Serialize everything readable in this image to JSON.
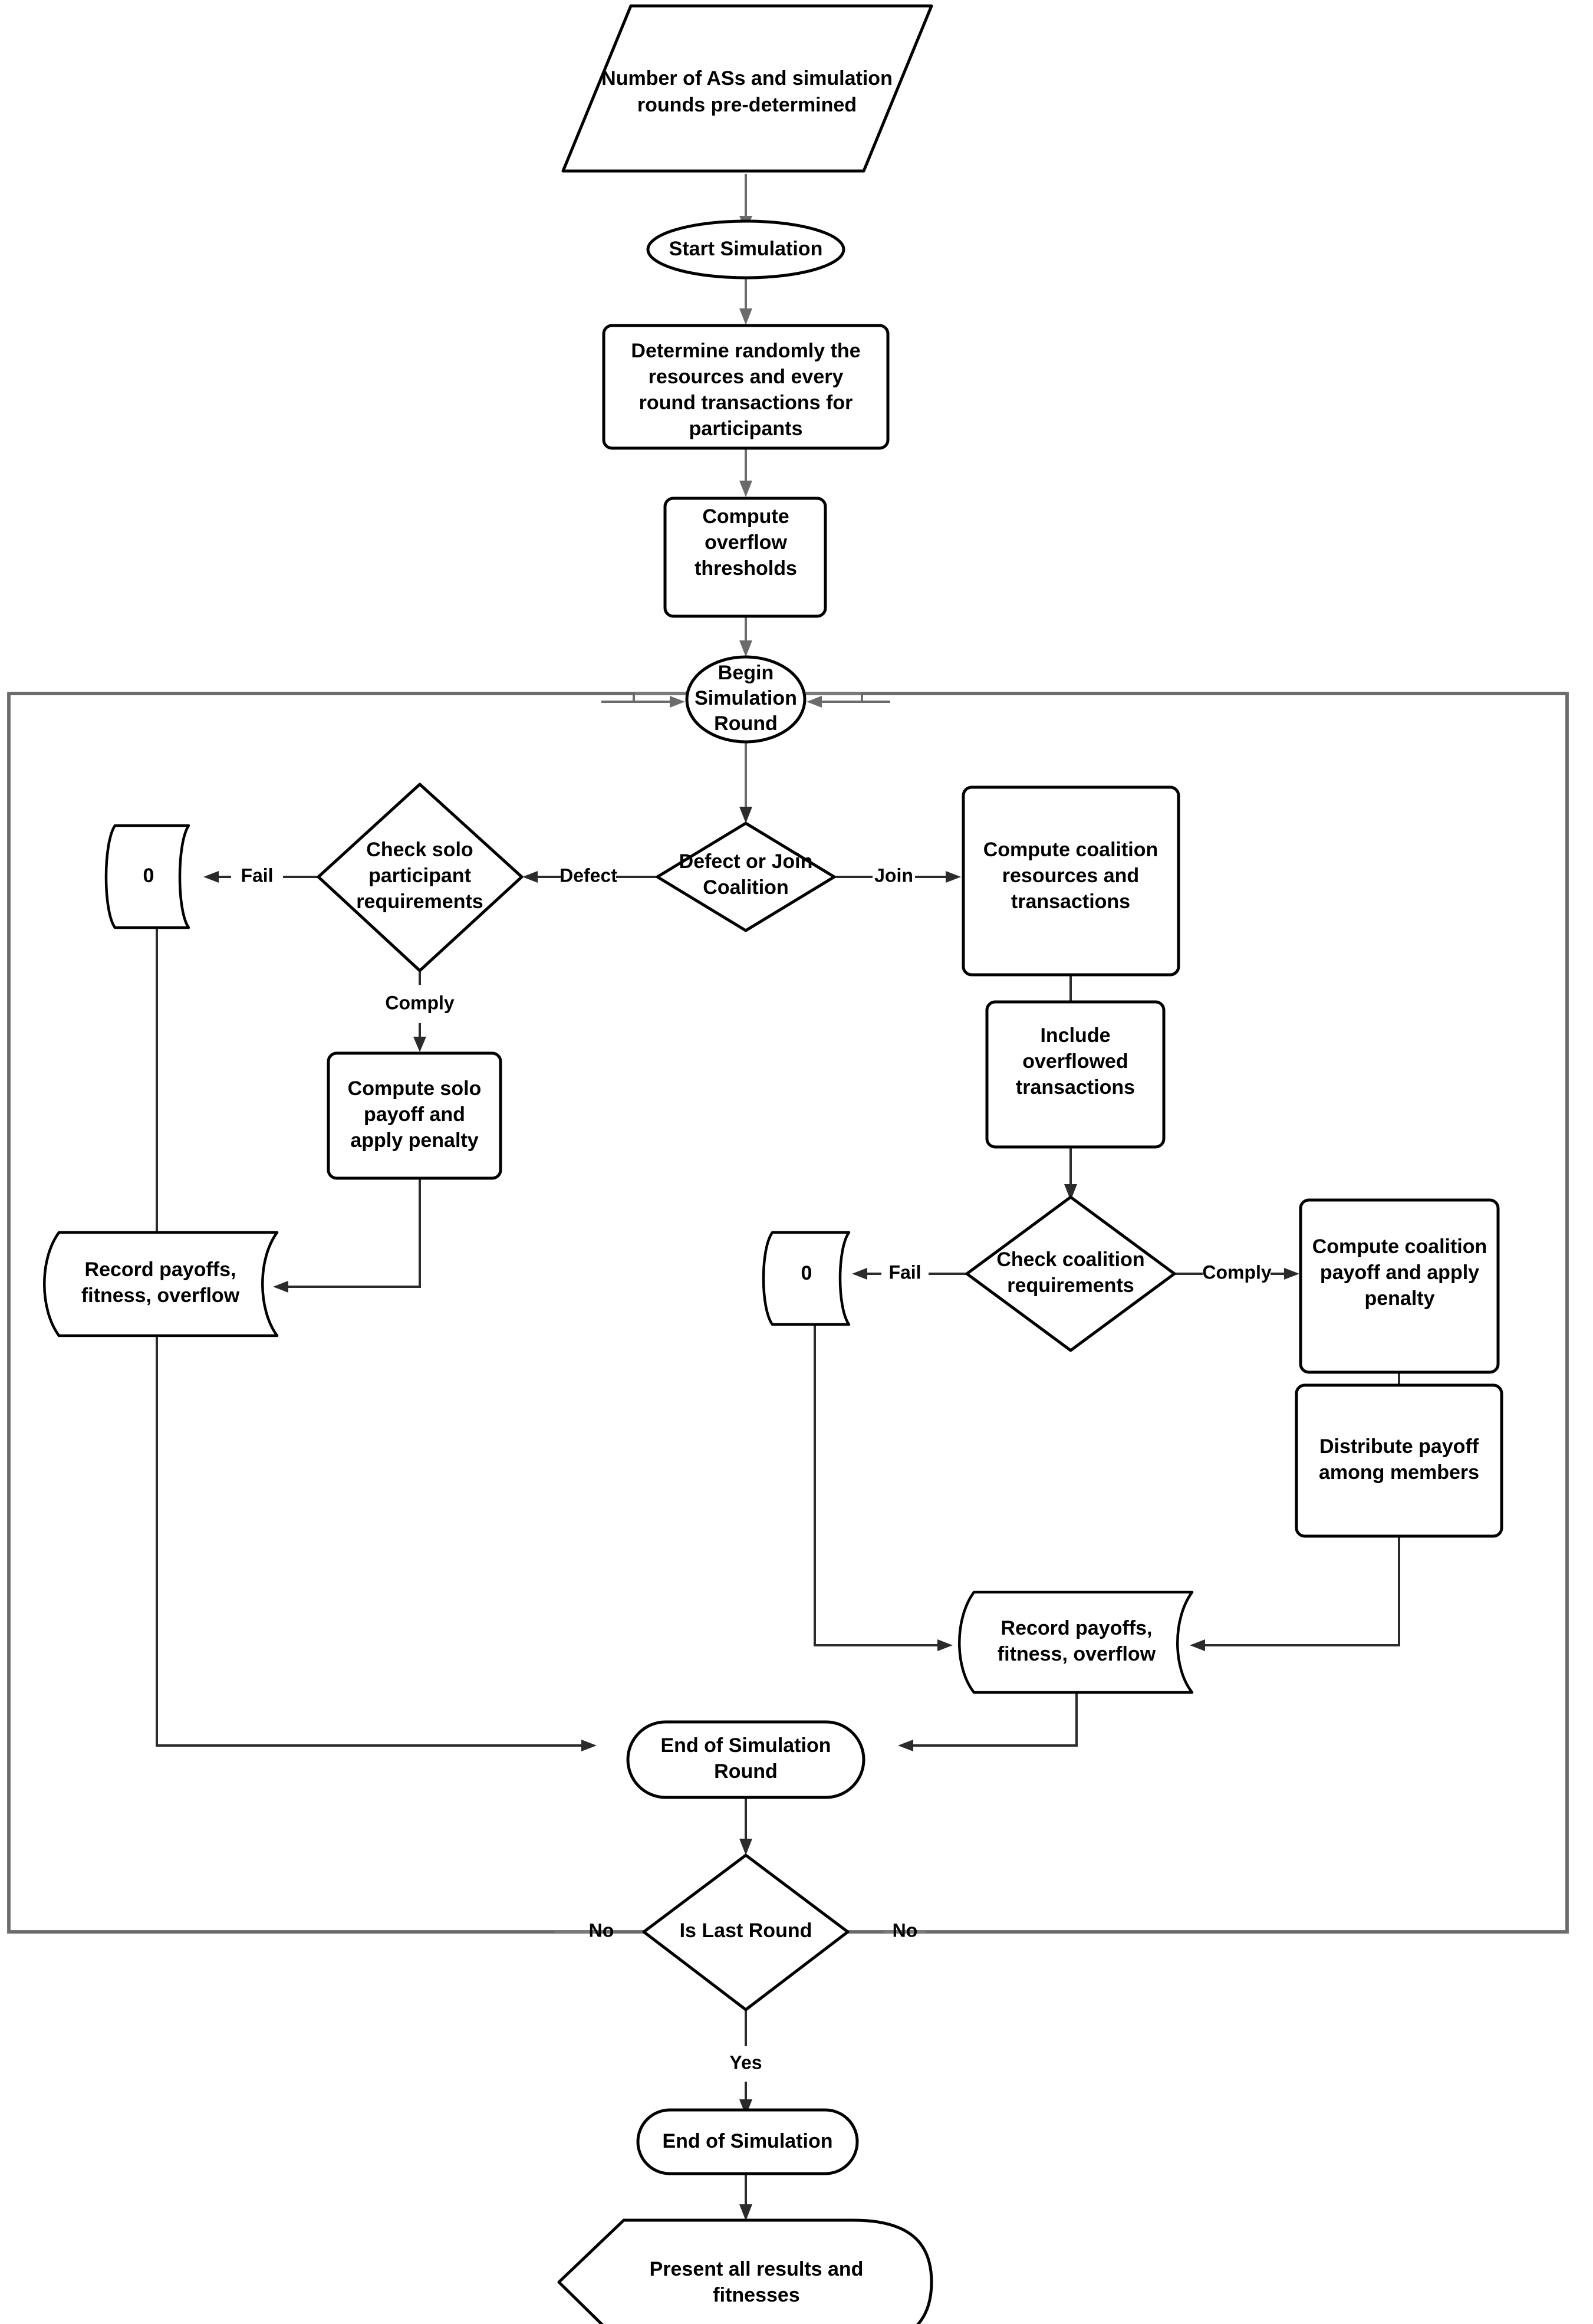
{
  "diagram": {
    "title": "Simulation flowchart",
    "type": "flowchart",
    "background_color": "#ffffff",
    "node_stroke_color": "#000000",
    "connector_color": "#6b6b6b",
    "loop_box_color": "#7a7a7a"
  },
  "nodes": {
    "input_params": {
      "label_line1": "Number of ASs and simulation",
      "label_line2": "rounds pre-determined",
      "shape": "parallelogram"
    },
    "start_simulation": {
      "label": "Start Simulation",
      "shape": "ellipse"
    },
    "determine_resources": {
      "label_line1": "Determine randomly the",
      "label_line2": "resources and every",
      "label_line3": "round transactions for",
      "label_line4": "participants",
      "shape": "rounded-rect"
    },
    "compute_thresholds": {
      "label_line1": "Compute",
      "label_line2": "overflow",
      "label_line3": "thresholds",
      "shape": "rounded-rect"
    },
    "begin_round": {
      "label_line1": "Begin",
      "label_line2": "Simulation",
      "label_line3": "Round",
      "shape": "ellipse"
    },
    "defect_or_join": {
      "label_line1": "Defect or Join",
      "label_line2": "Coalition",
      "shape": "diamond"
    },
    "check_solo_req": {
      "label_line1": "Check solo",
      "label_line2": "participant",
      "label_line3": "requirements",
      "shape": "diamond"
    },
    "zero_solo": {
      "label": "0",
      "shape": "document"
    },
    "compute_solo_payoff": {
      "label_line1": "Compute solo",
      "label_line2": "payoff and",
      "label_line3": "apply penalty",
      "shape": "rounded-rect"
    },
    "record_left": {
      "label_line1": "Record payoffs,",
      "label_line2": "fitness, overflow",
      "shape": "document"
    },
    "compute_coalition_res": {
      "label_line1": "Compute coalition",
      "label_line2": "resources and",
      "label_line3": "transactions",
      "shape": "rounded-rect"
    },
    "include_overflowed": {
      "label_line1": "Include",
      "label_line2": "overflowed",
      "label_line3": "transactions",
      "shape": "rounded-rect"
    },
    "check_coalition_req": {
      "label_line1": "Check coalition",
      "label_line2": "requirements",
      "shape": "diamond"
    },
    "zero_coalition": {
      "label": "0",
      "shape": "document"
    },
    "compute_coalition_payoff": {
      "label_line1": "Compute coalition",
      "label_line2": "payoff and apply",
      "label_line3": "penalty",
      "shape": "rounded-rect"
    },
    "distribute_payoff": {
      "label_line1": "Distribute payoff",
      "label_line2": "among members",
      "shape": "rounded-rect"
    },
    "record_right": {
      "label_line1": "Record payoffs,",
      "label_line2": "fitness, overflow",
      "shape": "document"
    },
    "end_round": {
      "label_line1": "End of Simulation",
      "label_line2": "Round",
      "shape": "stadium"
    },
    "is_last_round": {
      "label": "Is Last Round",
      "shape": "diamond"
    },
    "end_simulation": {
      "label": "End of Simulation",
      "shape": "stadium"
    },
    "present_results": {
      "label_line1": "Present all results and",
      "label_line2": "fitnesses",
      "shape": "display"
    }
  },
  "edge_labels": {
    "defect": "Defect",
    "join": "Join",
    "fail_solo": "Fail",
    "comply_solo": "Comply",
    "fail_coalition": "Fail",
    "comply_coalition": "Comply",
    "no_left": "No",
    "no_right": "No",
    "yes": "Yes"
  }
}
